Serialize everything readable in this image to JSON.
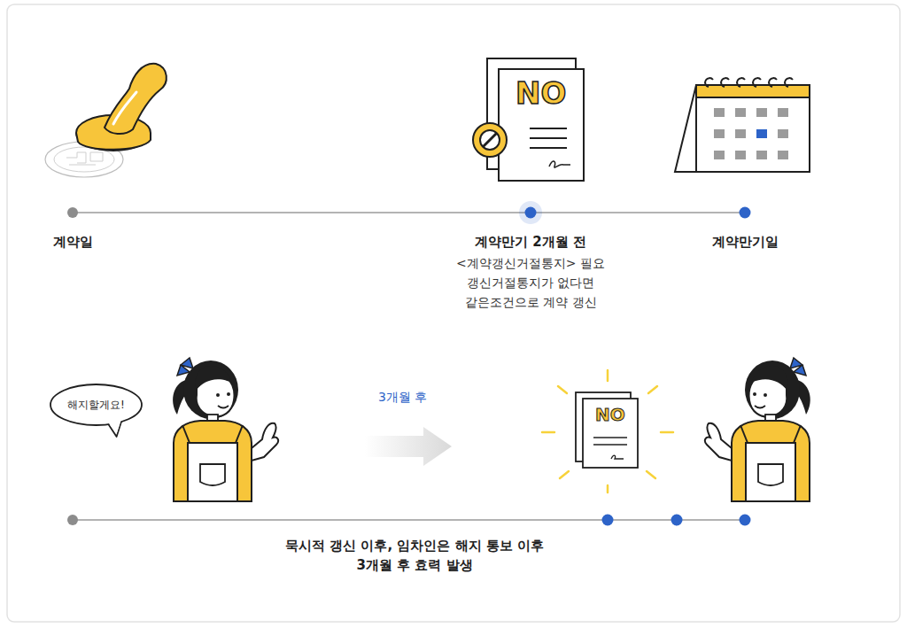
{
  "diagram": {
    "nodes": [
      {
        "text": [
          "해지할게요!"
        ]
      }
    ],
    "labels": [
      "계약일",
      "계약만기 2개월 전",
      "<계약갱신거절통지> 필요",
      "갱신거절통지가 없다면",
      "같은조건으로 계약 갱신",
      "계약만기일",
      "NO",
      "3개월 후",
      "NO",
      "묵시적 갱신 이후, 임차인은 해지 통보 이후 3개월 후 효력 발생"
    ]
  }
}
